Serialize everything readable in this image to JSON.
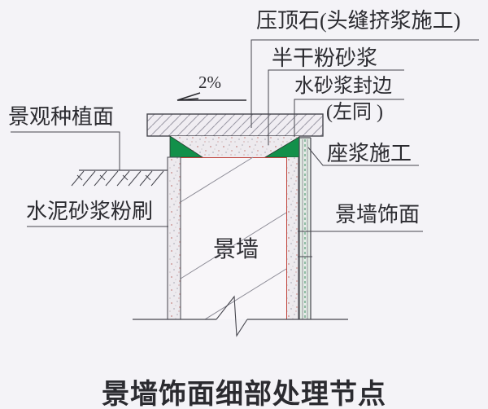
{
  "title": "景墙饰面细部处理节点",
  "labels": {
    "cap_stone": "压顶石(头缝挤浆施工)",
    "semi_dry_mortar": "半干粉砂浆",
    "water_mortar_edge": "水砂浆封边",
    "same_as_left": "(左同 )",
    "bedding_mortar": "座浆施工",
    "planting_surface": "景观种植面",
    "cement_plaster": "水泥砂浆粉刷",
    "wall_finish": "景墙饰面",
    "wall": "景墙",
    "slope": "2%"
  },
  "colors": {
    "green_seal": "#12904a",
    "red_line": "#c0433c",
    "line": "#46464e",
    "text": "#2b2b30",
    "background": "#f4f3f7"
  }
}
